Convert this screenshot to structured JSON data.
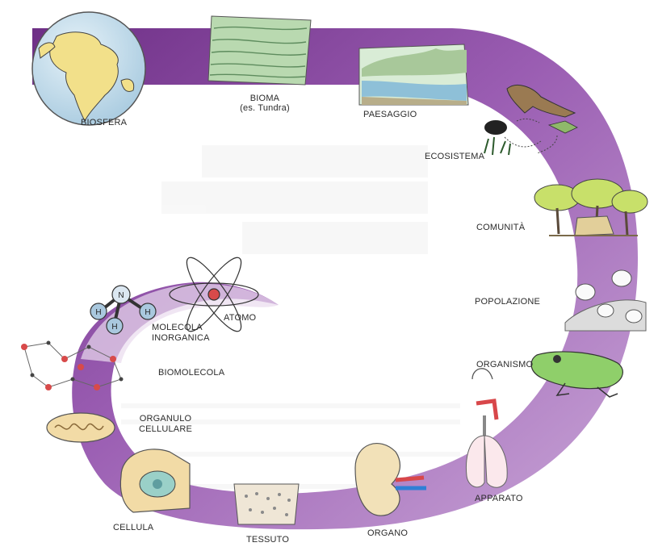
{
  "levels": {
    "biosfera": "BIOSFERA",
    "bioma": "BIOMA",
    "bioma_note": "(es. Tundra)",
    "paesaggio": "PAESAGGIO",
    "ecosistema": "ECOSISTEMA",
    "comunita": "COMUNITÀ",
    "popolazione": "POPOLAZIONE",
    "organismo": "ORGANISMO",
    "apparato": "APPARATO",
    "organo": "ORGANO",
    "tessuto": "TESSUTO",
    "cellula": "CELLULA",
    "organulo_1": "ORGANULO",
    "organulo_2": "CELLULARE",
    "biomolecola": "BIOMOLECOLA",
    "molecola_1": "MOLECOLA",
    "molecola_2": "INORGANICA",
    "atomo": "ATOMO"
  },
  "molecule_atoms": {
    "n": "N",
    "h1": "H",
    "h2": "H",
    "h3": "H"
  },
  "colors": {
    "band_dark": "#7a3d8e",
    "band_mid": "#b07cc4",
    "band_light": "#e4d2ea",
    "globe_land": "#f2e08a",
    "globe_sea": "#cfe3ef",
    "frog": "#8fcf6a",
    "tree": "#c8e06a",
    "lung_red": "#d8474a",
    "vessel_blue": "#2f7fd6"
  }
}
